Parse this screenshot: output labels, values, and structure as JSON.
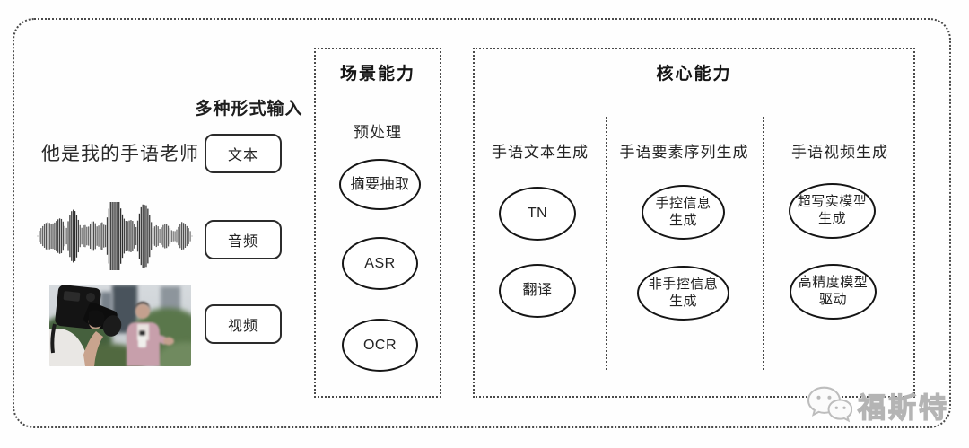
{
  "input_section": {
    "title": "多种形式输入",
    "sample_text": "他是我的手语老师",
    "items": [
      {
        "label": "文本"
      },
      {
        "label": "音频"
      },
      {
        "label": "视频"
      }
    ],
    "media_icons": [
      "audio-waveform",
      "video-thumbnail"
    ]
  },
  "scene_section": {
    "title": "场景能力",
    "subtitle": "预处理",
    "nodes": [
      "摘要抽取",
      "ASR",
      "OCR"
    ]
  },
  "core_section": {
    "title": "核心能力",
    "columns": [
      {
        "header": "手语文本生成",
        "nodes": [
          "TN",
          "翻译"
        ]
      },
      {
        "header": "手语要素序列生成",
        "nodes": [
          "手控信息\n生成",
          "非手控信息\n生成"
        ]
      },
      {
        "header": "手语视频生成",
        "nodes": [
          "超写实模型\n生成",
          "高精度模型\n驱动"
        ]
      }
    ]
  },
  "watermark": {
    "icon": "wechat-icon",
    "text": "福斯特"
  },
  "colors": {
    "background": "#fefefe",
    "line": "#1c1c1c",
    "dotted_border": "#4a4a4a",
    "watermark": "#b4b4b4"
  }
}
